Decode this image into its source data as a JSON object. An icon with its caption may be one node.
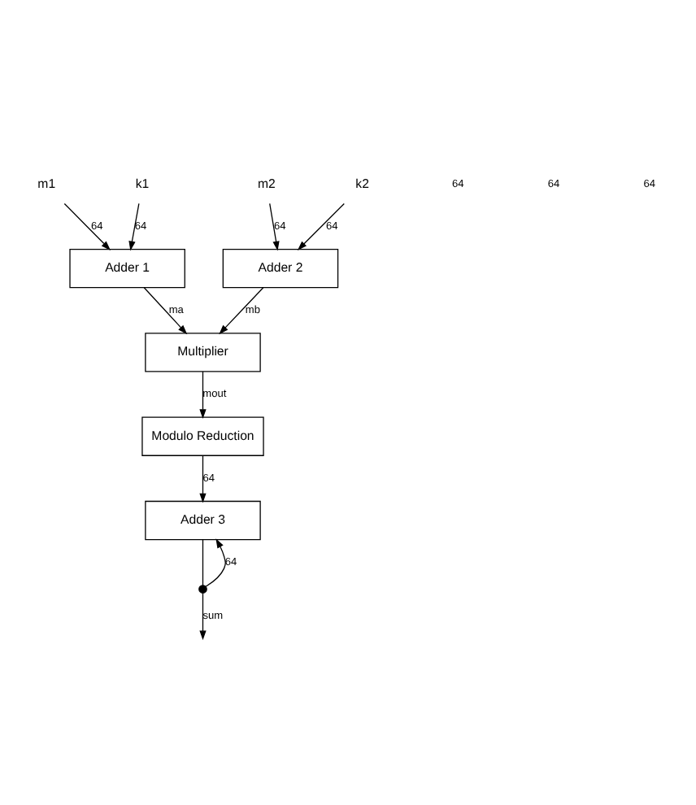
{
  "diagram": {
    "nodes": [
      {
        "text": [
          "m1"
        ]
      },
      {
        "text": [
          "k1"
        ]
      },
      {
        "text": [
          "m2"
        ]
      },
      {
        "text": [
          "k2"
        ]
      },
      {
        "text": [
          "Adder 1"
        ]
      },
      {
        "text": [
          "Adder 2"
        ]
      },
      {
        "text": [
          "Multiplier"
        ]
      },
      {
        "text": [
          "Modulo Reduction"
        ]
      },
      {
        "text": [
          "Adder 3"
        ]
      },
      {
        "text": [],
        "shape": "circle"
      }
    ],
    "edges": [
      {
        "from": 0,
        "to": 4,
        "arrow": "to",
        "label": "64"
      },
      {
        "from": 1,
        "to": 4,
        "arrow": "to",
        "label": "64"
      },
      {
        "from": 2,
        "to": 5,
        "arrow": "to",
        "label": "64"
      },
      {
        "from": 3,
        "to": 5,
        "arrow": "to",
        "label": "64"
      },
      {
        "from": 4,
        "to": 6,
        "arrow": "to",
        "label": "ma"
      },
      {
        "from": 5,
        "to": 6,
        "arrow": "to",
        "label": "mb"
      },
      {
        "from": 6,
        "to": 7,
        "arrow": "to",
        "label": "mout"
      },
      {
        "from": 7,
        "to": 8,
        "arrow": "to",
        "label": "64"
      },
      {
        "from": 8,
        "to": 9,
        "arrow": "none"
      },
      {
        "from": 9,
        "to": 8,
        "arrow": "to",
        "label": "64"
      },
      {
        "from": 9,
        "to": null,
        "arrow": "to",
        "label": "sum"
      }
    ],
    "labels": [
      "64",
      "64",
      "64"
    ]
  }
}
